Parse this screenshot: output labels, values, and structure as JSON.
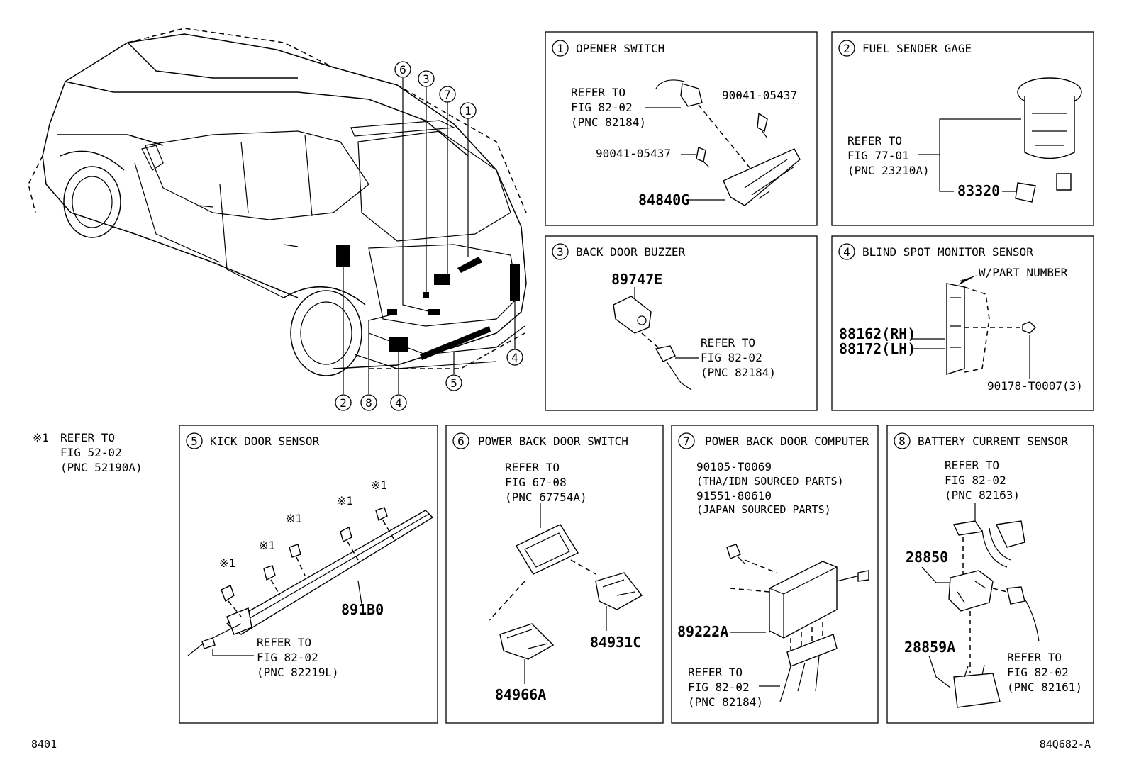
{
  "panels": [
    {
      "num": "1",
      "title": "OPENER SWITCH"
    },
    {
      "num": "2",
      "title": "FUEL SENDER GAGE"
    },
    {
      "num": "3",
      "title": "BACK DOOR BUZZER"
    },
    {
      "num": "4",
      "title": "BLIND SPOT MONITOR SENSOR"
    },
    {
      "num": "5",
      "title": "KICK DOOR SENSOR"
    },
    {
      "num": "6",
      "title": "POWER BACK DOOR SWITCH"
    },
    {
      "num": "7",
      "title": "POWER BACK DOOR COMPUTER"
    },
    {
      "num": "8",
      "title": "BATTERY CURRENT SENSOR"
    }
  ],
  "callouts_top": [
    "6",
    "3",
    "7",
    "1"
  ],
  "callouts_bottom": [
    "2",
    "8",
    "4",
    "5",
    "4"
  ],
  "note": {
    "mark": "※1",
    "lines": [
      "REFER TO",
      "FIG 52-02",
      "(PNC 52190A)"
    ]
  },
  "p1": {
    "refer": [
      "REFER TO",
      "FIG 82-02",
      "(PNC 82184)"
    ],
    "bolt_a": "90041-05437",
    "bolt_b": "90041-05437",
    "part": "84840G"
  },
  "p2": {
    "refer": [
      "REFER TO",
      "FIG 77-01",
      "(PNC 23210A)"
    ],
    "part": "83320"
  },
  "p3": {
    "part": "89747E",
    "refer": [
      "REFER TO",
      "FIG 82-02",
      "(PNC 82184)"
    ]
  },
  "p4": {
    "wpart": "W/PART NUMBER",
    "rh": "88162(RH)",
    "lh": "88172(LH)",
    "nut": "90178-T0007(3)"
  },
  "p5": {
    "mark": "※1",
    "part": "891B0",
    "refer": [
      "REFER TO",
      "FIG 82-02",
      "(PNC 82219L)"
    ]
  },
  "p6": {
    "refer": [
      "REFER TO",
      "FIG 67-08",
      "(PNC 67754A)"
    ],
    "part_a": "84931C",
    "part_b": "84966A"
  },
  "p7": {
    "bolt_a": "90105-T0069",
    "src_a": "(THA/IDN SOURCED PARTS)",
    "bolt_b": "91551-80610",
    "src_b": "(JAPAN SOURCED PARTS)",
    "part": "89222A",
    "refer": [
      "REFER TO",
      "FIG 82-02",
      "(PNC 82184)"
    ]
  },
  "p8": {
    "refer_top": [
      "REFER TO",
      "FIG 82-02",
      "(PNC 82163)"
    ],
    "part_a": "28850",
    "part_b": "28859A",
    "refer_bot": [
      "REFER TO",
      "FIG 82-02",
      "(PNC 82161)"
    ]
  },
  "footer": {
    "left": "8401",
    "right": "84Q682-A"
  }
}
